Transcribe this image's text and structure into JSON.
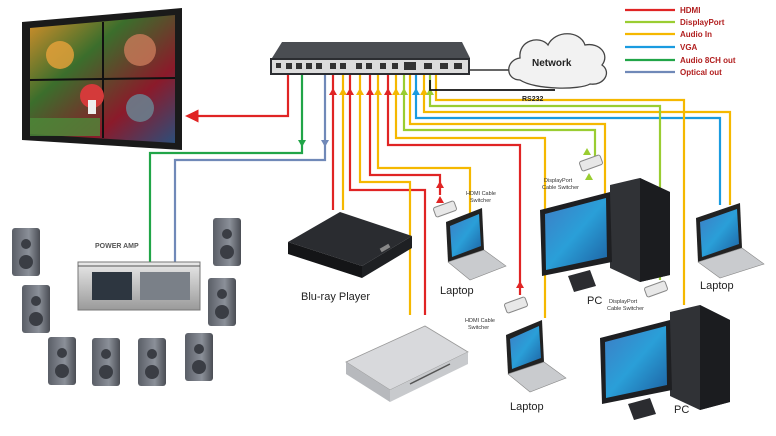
{
  "legend": {
    "items": [
      {
        "label": "HDMI",
        "color": "#e02424"
      },
      {
        "label": "DisplayPort",
        "color": "#9acd32"
      },
      {
        "label": "Audio In",
        "color": "#f5b800"
      },
      {
        "label": "VGA",
        "color": "#1a9be0"
      },
      {
        "label": "Audio 8CH out",
        "color": "#21a548"
      },
      {
        "label": "Optical out",
        "color": "#7089b8"
      }
    ]
  },
  "devices": {
    "network": "Network",
    "rs232": "RS232",
    "power_amp": "POWER AMP",
    "bluray": "Blu-ray Player",
    "laptop": "Laptop",
    "pc": "PC",
    "hdmi_switcher_line1": "HDMI Cable",
    "hdmi_switcher_line2": "Switcher",
    "dp_switcher_line1": "DisplayPort",
    "dp_switcher_line2": "Cable Switcher"
  },
  "icons": [
    "tv-display-icon",
    "speaker-icon",
    "switcher-icon",
    "cloud-icon",
    "laptop-icon",
    "pc-tower-icon",
    "monitor-icon"
  ]
}
